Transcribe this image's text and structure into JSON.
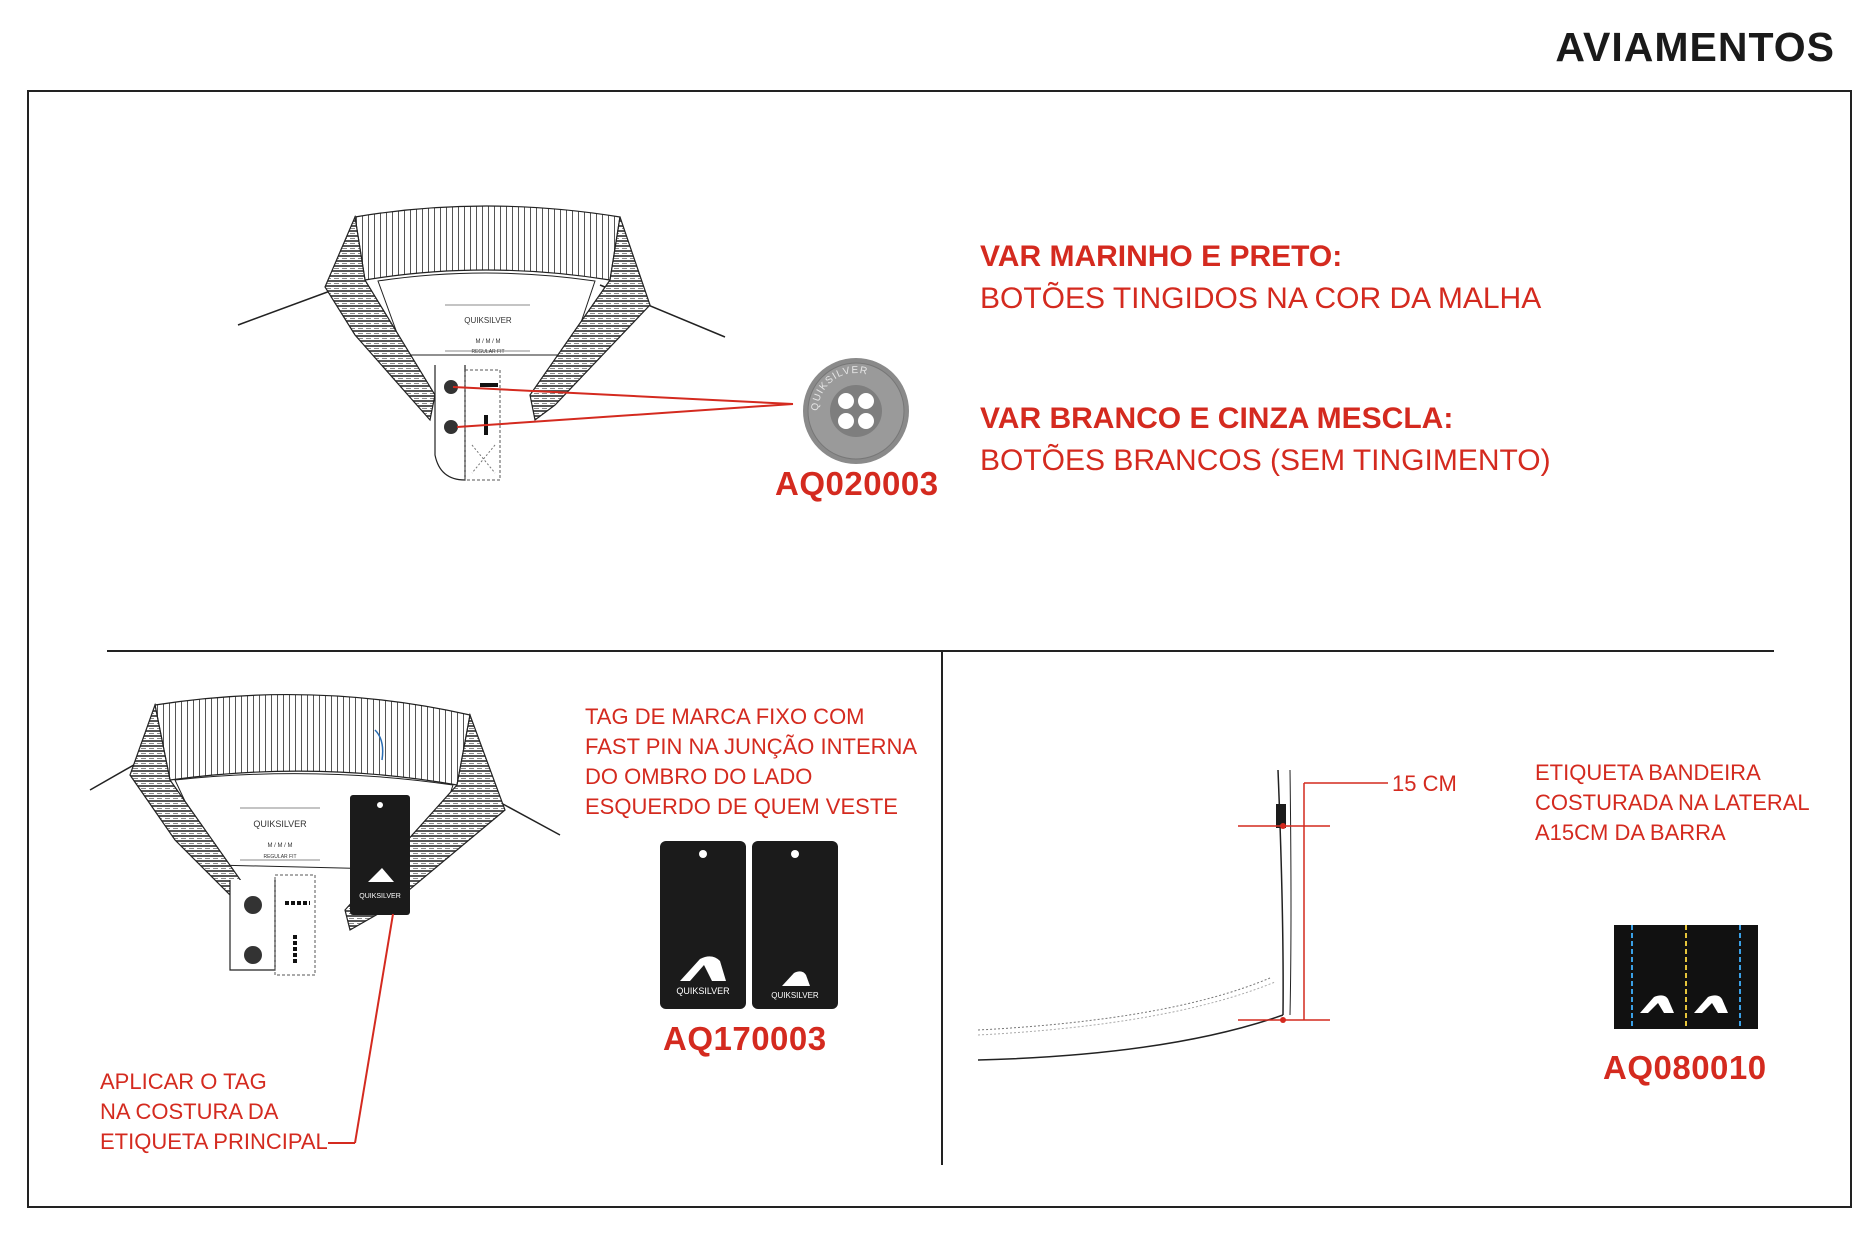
{
  "page_title": "AVIAMENTOS",
  "colors": {
    "accent_red": "#d42a1f",
    "ink": "#222222",
    "tag_black": "#1b1b1b"
  },
  "buttons_section": {
    "code": "AQ020003",
    "variants": [
      {
        "title": "VAR MARINHO E PRETO:",
        "desc": "BOTÕES TINGIDOS NA COR DA MALHA"
      },
      {
        "title": "VAR BRANCO E CINZA MESCLA:",
        "desc": "BOTÕES BRANCOS (SEM TINGIMENTO)"
      }
    ],
    "button_text": "QUIKSILVER",
    "collar_label": {
      "brand": "QUIKSILVER",
      "size": "M / M / M",
      "fit": "REGULAR FIT"
    }
  },
  "hangtag_section": {
    "code": "AQ170003",
    "description_lines": [
      "TAG DE MARCA FIXO COM",
      "FAST PIN NA JUNÇÃO INTERNA",
      "DO OMBRO DO LADO",
      "ESQUERDO DE QUEM VESTE"
    ],
    "apply_lines": [
      "APLICAR O TAG",
      "NA COSTURA DA",
      "ETIQUETA PRINCIPAL"
    ],
    "tag_brand": "QUIKSILVER"
  },
  "flag_label_section": {
    "code": "AQ080010",
    "measure": "15 CM",
    "description_lines": [
      "ETIQUETA BANDEIRA",
      "COSTURADA NA LATERAL",
      "A15CM DA BARRA"
    ]
  }
}
